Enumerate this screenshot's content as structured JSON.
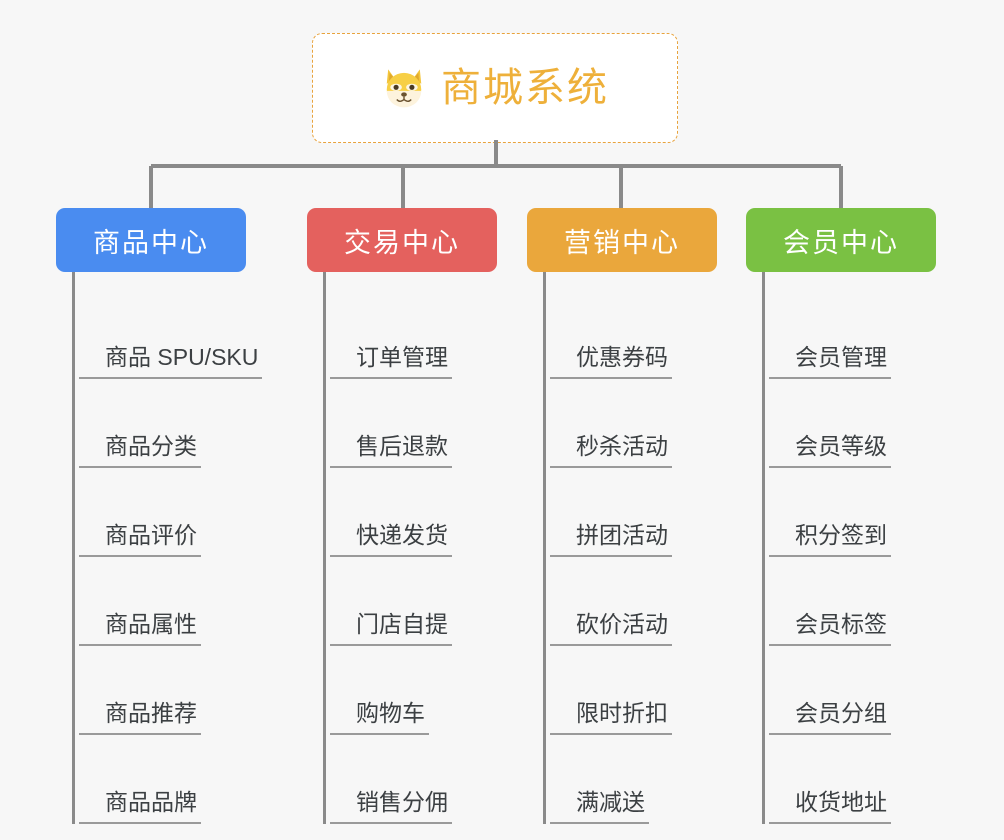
{
  "page": {
    "background_color": "#f7f7f7",
    "type": "organization-chart"
  },
  "root": {
    "title": "商城系统",
    "icon": "shiba-dog-emoji",
    "border_color": "#e8a33d",
    "text_color": "#eeb03a",
    "background_color": "#ffffff"
  },
  "connector": {
    "color": "#8a8a8a"
  },
  "columns": [
    {
      "header": "商品中心",
      "color": "#4a8cf0",
      "items": [
        "商品 SPU/SKU",
        "商品分类",
        "商品评价",
        "商品属性",
        "商品推荐",
        "商品品牌"
      ]
    },
    {
      "header": "交易中心",
      "color": "#e4615e",
      "items": [
        "订单管理",
        "售后退款",
        "快递发货",
        "门店自提",
        "购物车",
        "销售分佣"
      ]
    },
    {
      "header": "营销中心",
      "color": "#eaa73c",
      "items": [
        "优惠券码",
        "秒杀活动",
        "拼团活动",
        "砍价活动",
        "限时折扣",
        "满减送"
      ]
    },
    {
      "header": "会员中心",
      "color": "#7ac143",
      "items": [
        "会员管理",
        "会员等级",
        "积分签到",
        "会员标签",
        "会员分组",
        "收货地址"
      ]
    }
  ]
}
